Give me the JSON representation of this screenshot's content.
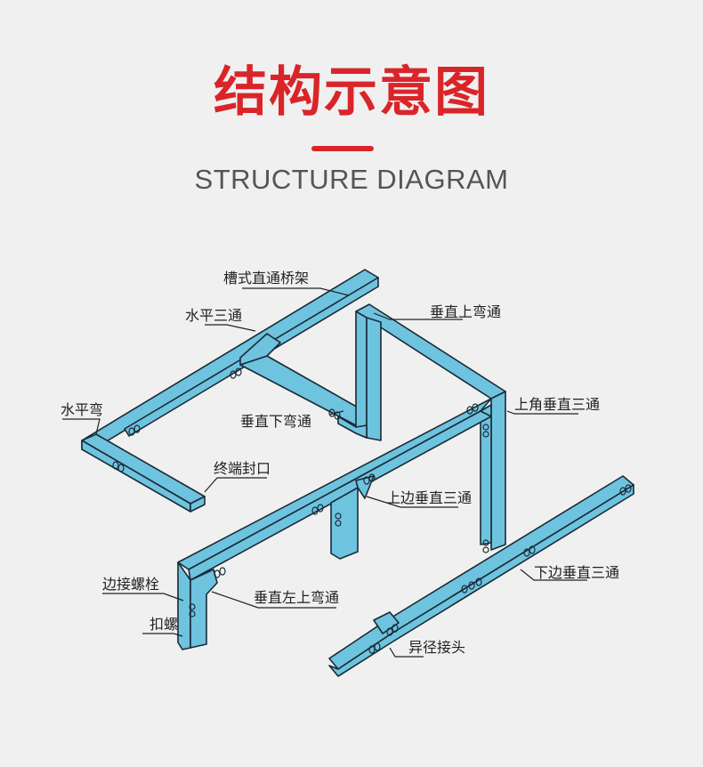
{
  "header": {
    "title_cn": "结构示意图",
    "title_en": "STRUCTURE DIAGRAM",
    "accent_color": "#d9252a"
  },
  "diagram": {
    "tray_color": "#6ec3df",
    "outline_color": "#1a2a36",
    "background_color": "#f0f0f0",
    "labels": {
      "straight_tray": "槽式直通桥架",
      "horizontal_tee": "水平三通",
      "vertical_up_bend": "垂直上弯通",
      "horizontal_bend": "水平弯",
      "vertical_down_bend": "垂直下弯通",
      "upper_corner_vertical_tee": "上角垂直三通",
      "end_cap": "终端封口",
      "upper_side_vertical_tee": "上边垂直三通",
      "side_bolt": "边接螺栓",
      "vertical_left_up_bend": "垂直左上弯通",
      "lower_side_vertical_tee": "下边垂直三通",
      "nut": "扣螺",
      "reducer": "异径接头"
    }
  }
}
